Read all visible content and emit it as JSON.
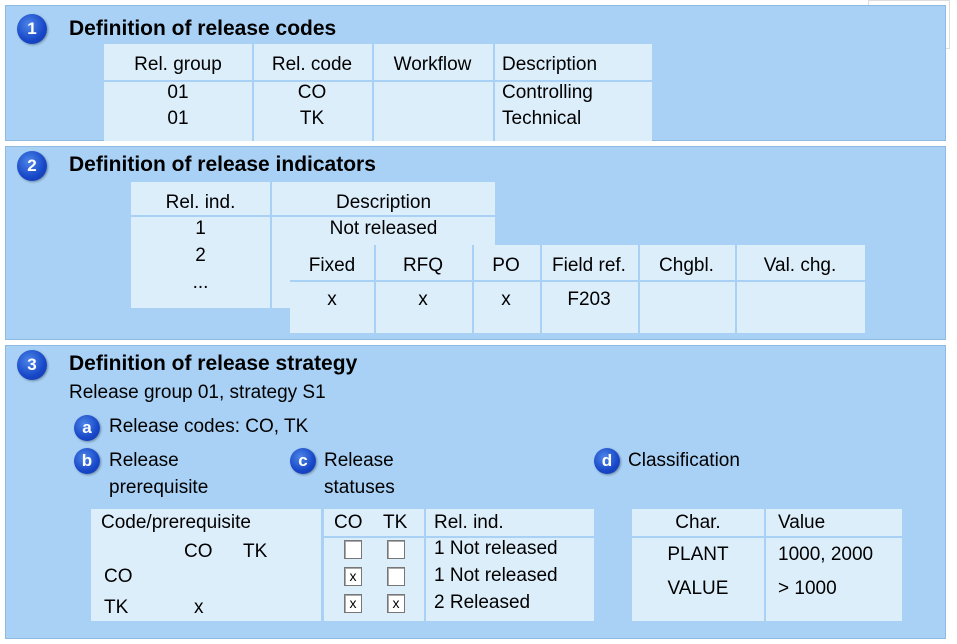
{
  "section1": {
    "number": "1",
    "title": "Definition of release codes",
    "headers": [
      "Rel. group",
      "Rel. code",
      "Workflow",
      "Description"
    ],
    "rows": [
      [
        "01",
        "CO",
        "",
        "Controlling"
      ],
      [
        "01",
        "TK",
        "",
        "Technical"
      ]
    ]
  },
  "section2": {
    "number": "2",
    "title": "Definition of release indicators",
    "headers": [
      "Rel. ind.",
      "Description"
    ],
    "ind": [
      "1",
      "2",
      "..."
    ],
    "desc1": "Not released",
    "detail_headers": [
      "Fixed",
      "RFQ",
      "PO",
      "Field ref.",
      "Chgbl.",
      "Val. chg."
    ],
    "detail_values": [
      "x",
      "x",
      "x",
      "F203",
      "",
      ""
    ]
  },
  "section3": {
    "number": "3",
    "title": "Definition of release strategy",
    "subtitle": "Release group 01, strategy S1",
    "a": {
      "letter": "a",
      "text": "Release codes: CO, TK"
    },
    "b": {
      "letter": "b",
      "line1": "Release",
      "line2": "prerequisite"
    },
    "c": {
      "letter": "c",
      "line1": "Release",
      "line2": "statuses"
    },
    "d": {
      "letter": "d",
      "text": "Classification"
    },
    "prereq": {
      "header": "Code/prerequisite",
      "col_co": "CO",
      "col_tk": "TK",
      "row_co": "CO",
      "row_tk": "TK",
      "tk_mark": "x"
    },
    "statuses": {
      "headers": [
        "CO",
        "TK",
        "Rel. ind."
      ],
      "rows": [
        {
          "co": "",
          "tk": "",
          "label": "1 Not released"
        },
        {
          "co": "x",
          "tk": "",
          "label": "1 Not released"
        },
        {
          "co": "x",
          "tk": "x",
          "label": "2 Released"
        }
      ]
    },
    "classification": {
      "headers": [
        "Char.",
        "Value"
      ],
      "rows": [
        [
          "PLANT",
          "1000, 2000"
        ],
        [
          "VALUE",
          "> 1000"
        ]
      ]
    }
  },
  "colors": {
    "panel": "#a8d1f5",
    "cell": "#ddeefb",
    "badge": "#1747c8"
  },
  "logo_icon": "sap-logo-icon"
}
